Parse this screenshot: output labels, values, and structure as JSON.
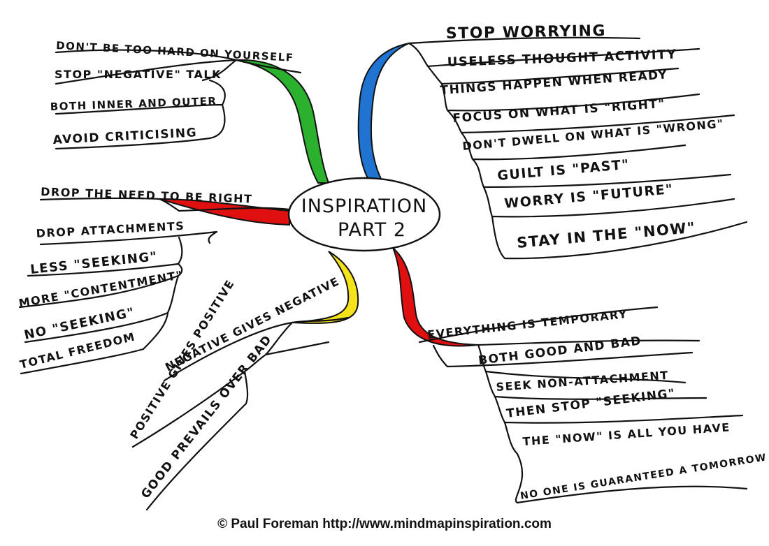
{
  "center": {
    "line1": "INSPIRATION",
    "line2": "PART 2"
  },
  "branch_colors": {
    "green": "#2bb12e",
    "blue": "#1f74d2",
    "red": "#e01010",
    "yellow": "#f4e21b",
    "outline": "#111111"
  },
  "top_left": {
    "items": [
      "DON'T BE TOO HARD ON YOURSELF",
      "STOP \"NEGATIVE\" TALK",
      "BOTH INNER AND OUTER",
      "AVOID CRITICISING"
    ]
  },
  "top_right": {
    "items": [
      "STOP WORRYING",
      "USELESS THOUGHT ACTIVITY",
      "THINGS HAPPEN WHEN READY",
      "FOCUS ON WHAT IS \"RIGHT\"",
      "DON'T DWELL ON WHAT IS \"WRONG\"",
      "GUILT IS \"PAST\"",
      "WORRY IS \"FUTURE\"",
      "STAY IN THE \"NOW\""
    ]
  },
  "left": {
    "items": [
      "DROP THE NEED TO BE RIGHT",
      "DROP ATTACHMENTS",
      "LESS \"SEEKING\"",
      "MORE \"CONTENTMENT\"",
      "NO \"SEEKING\"",
      "TOTAL FREEDOM"
    ]
  },
  "bottom_middle": {
    "items": [
      "NEGATIVE GIVES NEGATIVE",
      "POSITIVE GIVES POSITIVE",
      "GOOD PREVAILS OVER BAD"
    ]
  },
  "bottom_right": {
    "items": [
      "EVERYTHING IS TEMPORARY",
      "BOTH GOOD AND BAD",
      "SEEK NON-ATTACHMENT",
      "THEN STOP \"SEEKING\"",
      "THE \"NOW\" IS ALL YOU HAVE",
      "NO ONE IS GUARANTEED A TOMORROW"
    ]
  },
  "footer": {
    "text": "© Paul Foreman http://www.mindmapinspiration.com"
  }
}
